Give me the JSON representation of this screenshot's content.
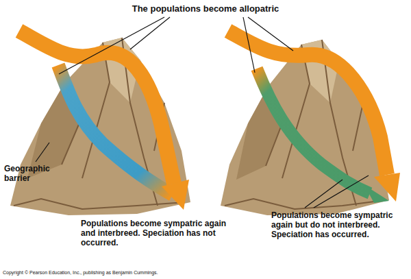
{
  "diagram": {
    "labels": [
      "The populations become allopatric",
      "Geographic barrier",
      "Populations become sympatric again and interbreed. Speciation has not occurred.",
      "Populations become sympatric again but do not interbreed. Speciation has occurred.",
      "Copyright © Pearson Education, Inc., publishing as Benjamin Cummings."
    ]
  }
}
